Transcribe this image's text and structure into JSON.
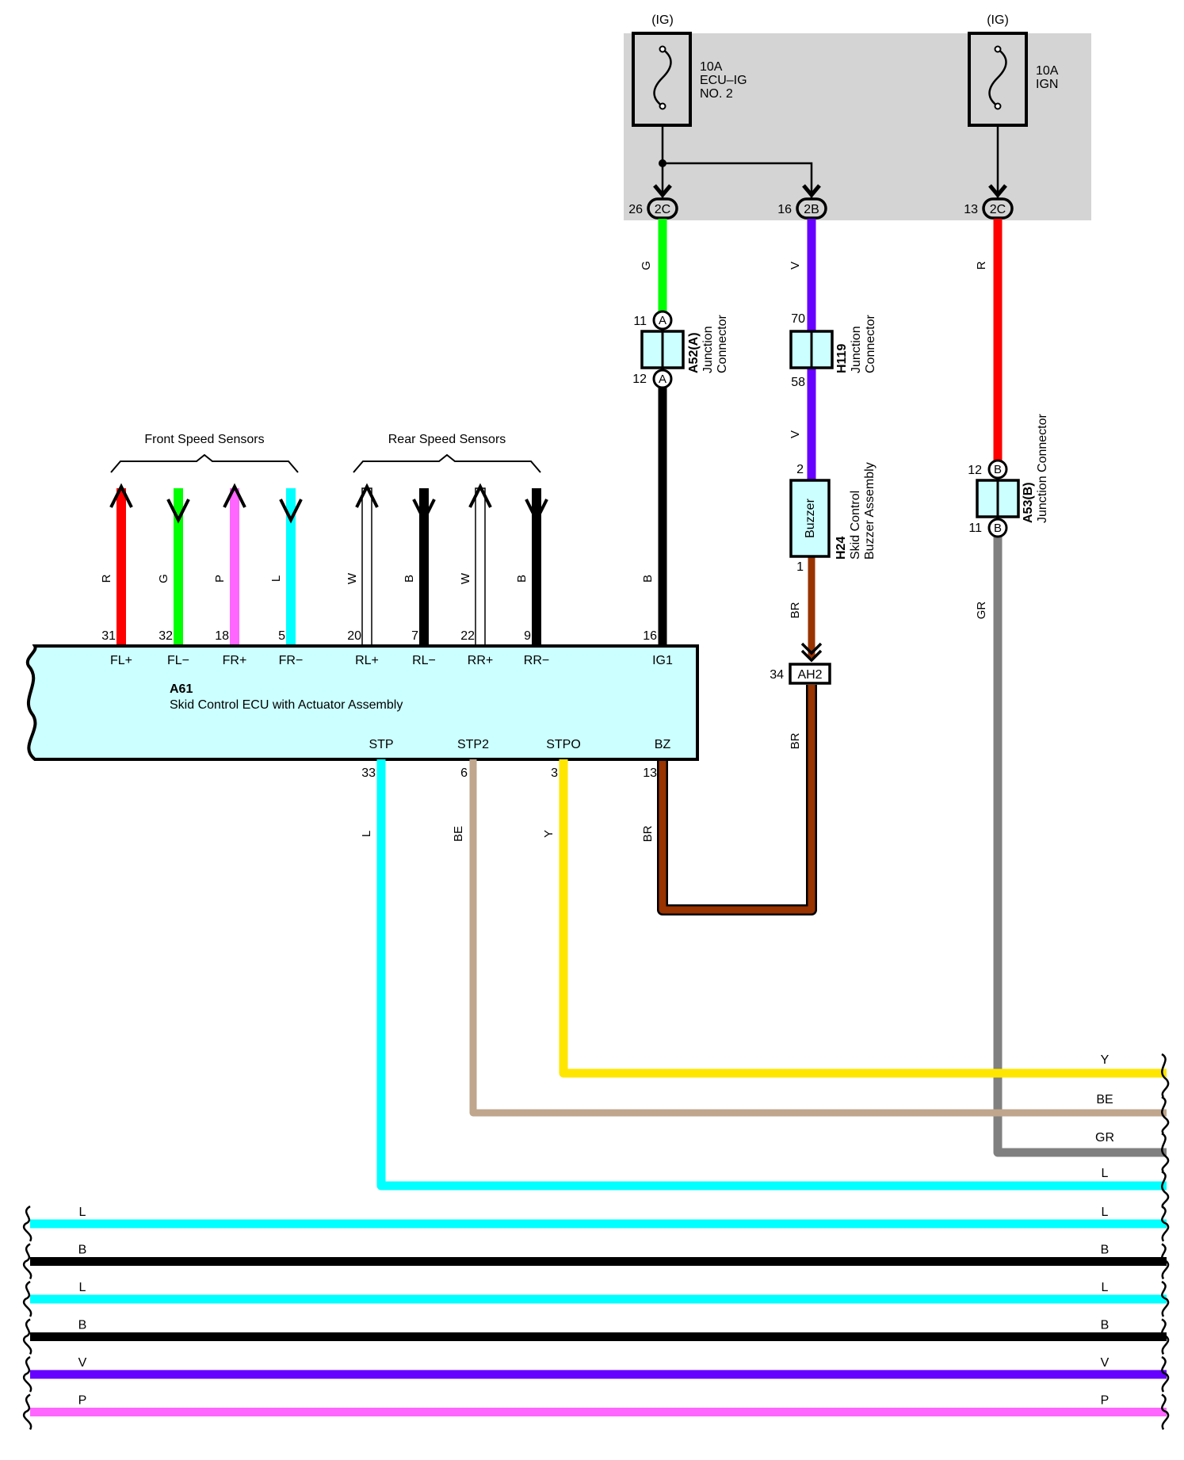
{
  "fuse_box": {
    "fuses": [
      {
        "supply": "(IG)",
        "rating": "10A",
        "name_line1": "ECU–IG",
        "name_line2": "NO. 2"
      },
      {
        "supply": "(IG)",
        "rating": "10A",
        "name_line1": "IGN",
        "name_line2": ""
      }
    ],
    "outputs": [
      {
        "pin": "26",
        "connector": "2C"
      },
      {
        "pin": "16",
        "connector": "2B"
      },
      {
        "pin": "13",
        "connector": "2C"
      }
    ]
  },
  "junction_connectors": {
    "a52": {
      "code": "A52(A)",
      "label1": "Junction",
      "label2": "Connector",
      "pin_top": "11",
      "pin_bottom": "12",
      "mark": "A"
    },
    "h119": {
      "code": "H119",
      "label1": "Junction",
      "label2": "Connector",
      "pin_top": "70",
      "pin_bottom": "58"
    },
    "a53": {
      "code": "A53(B)",
      "label1": "Junction Connector",
      "pin_top": "12",
      "pin_bottom": "11",
      "mark": "B"
    }
  },
  "buzzer": {
    "text": "Buzzer",
    "code": "H24",
    "label1": "Skid Control",
    "label2": "Buzzer Assembly",
    "pin_top": "2",
    "pin_bottom": "1"
  },
  "ah2": {
    "pin": "34",
    "code": "AH2"
  },
  "ecu": {
    "code": "A61",
    "name": "Skid Control ECU with Actuator Assembly",
    "top_terminals": [
      {
        "pin": "31",
        "name": "FL+",
        "wire": "R"
      },
      {
        "pin": "32",
        "name": "FL−",
        "wire": "G"
      },
      {
        "pin": "18",
        "name": "FR+",
        "wire": "P"
      },
      {
        "pin": "5",
        "name": "FR−",
        "wire": "L"
      },
      {
        "pin": "20",
        "name": "RL+",
        "wire": "W"
      },
      {
        "pin": "7",
        "name": "RL−",
        "wire": "B"
      },
      {
        "pin": "22",
        "name": "RR+",
        "wire": "W"
      },
      {
        "pin": "9",
        "name": "RR−",
        "wire": "B"
      },
      {
        "pin": "16",
        "name": "IG1",
        "wire": "B"
      }
    ],
    "bottom_terminals": [
      {
        "pin": "33",
        "name": "STP",
        "wire": "L"
      },
      {
        "pin": "6",
        "name": "STP2",
        "wire": "BE"
      },
      {
        "pin": "3",
        "name": "STPO",
        "wire": "Y"
      },
      {
        "pin": "13",
        "name": "BZ",
        "wire": "BR"
      }
    ]
  },
  "groups": {
    "front": "Front Speed Sensors",
    "rear": "Rear Speed Sensors"
  },
  "wire_labels": {
    "g_top": "G",
    "v_top": "V",
    "r_top": "R",
    "v_mid": "V",
    "br_upper": "BR",
    "br_lower": "BR",
    "gr": "GR"
  },
  "right_bus_labels": [
    "Y",
    "BE",
    "GR",
    "L"
  ],
  "bottom_bus": [
    {
      "left": "L",
      "right": "L"
    },
    {
      "left": "B",
      "right": "B"
    },
    {
      "left": "L",
      "right": "L"
    },
    {
      "left": "B",
      "right": "B"
    },
    {
      "left": "V",
      "right": "V"
    },
    {
      "left": "P",
      "right": "P"
    }
  ],
  "colors": {
    "R": "#ff0000",
    "G": "#00ff00",
    "P": "#ff66ff",
    "L": "#00ffff",
    "W": "#ffffff",
    "B": "#000000",
    "V": "#6600ff",
    "BR": "#993300",
    "Y": "#ffe600",
    "BE": "#bfa68c",
    "GR": "#808080",
    "fuse_box": "#d4d4d4",
    "ecu_fill": "#ccffff",
    "connector_fill": "#ccffff"
  }
}
